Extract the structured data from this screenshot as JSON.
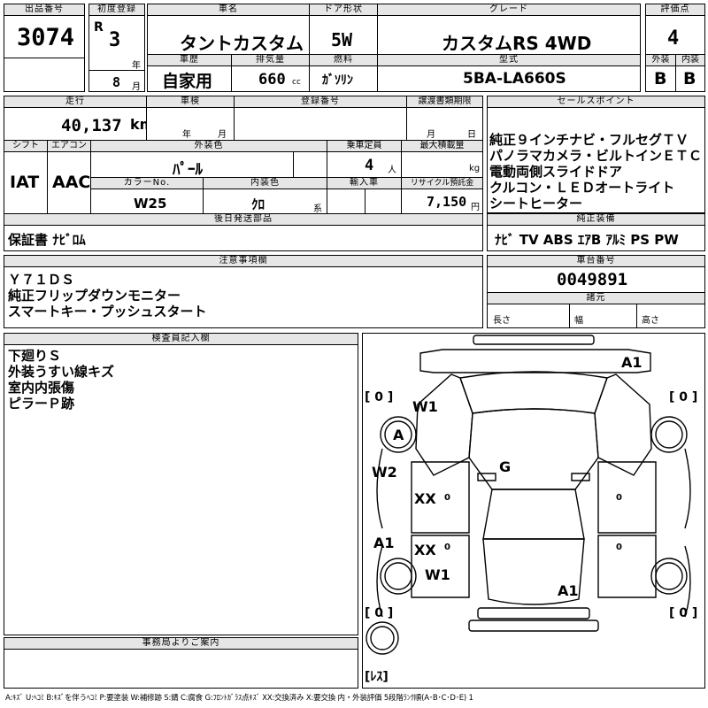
{
  "lot": {
    "label": "出品番号",
    "value": "3074"
  },
  "first_reg": {
    "label": "初度登録",
    "era": "R",
    "year": "3",
    "year_unit": "年",
    "month": "8",
    "month_unit": "月"
  },
  "model_name": {
    "label": "車名",
    "value": "タントカスタム"
  },
  "door": {
    "label": "ドア形状",
    "value": "5W"
  },
  "grade": {
    "label": "グレード",
    "value": "カスタムRS 4WD"
  },
  "score": {
    "label": "評価点",
    "value": "4"
  },
  "history": {
    "label": "車歴",
    "value": "自家用"
  },
  "displacement": {
    "label": "排気量",
    "value": "660",
    "unit": "cc"
  },
  "fuel": {
    "label": "燃料",
    "value": "ｶﾞｿﾘﾝ"
  },
  "model_code": {
    "label": "型式",
    "value": "5BA-LA660S"
  },
  "exterior_grade": {
    "label": "外装",
    "value": "B"
  },
  "interior_grade": {
    "label": "内装",
    "value": "B"
  },
  "mileage": {
    "label": "走行",
    "value": "40,137",
    "unit": "km"
  },
  "inspection": {
    "label": "車検",
    "year_unit": "年",
    "month_unit": "月"
  },
  "reg_number": {
    "label": "登録番号"
  },
  "transfer_doc": {
    "label": "譲渡書類期限",
    "month_unit": "月",
    "day_unit": "日"
  },
  "sales_points": {
    "label": "セールスポイント",
    "lines": [
      "純正９インチナビ・フルセグＴＶ",
      "パノラマカメラ・ビルトインＥＴＣ",
      "電動両側スライドドア",
      "クルコン・ＬＥＤオートライト",
      "シートヒーター"
    ]
  },
  "shift": {
    "label": "シフト",
    "value": "IAT"
  },
  "aircon": {
    "label": "エアコン",
    "value": "AAC"
  },
  "ext_color": {
    "label": "外装色",
    "value": "ﾊﾟｰﾙ"
  },
  "capacity": {
    "label": "乗車定員",
    "value": "4",
    "unit": "人"
  },
  "max_load": {
    "label": "最大積載量",
    "unit": "kg"
  },
  "color_no": {
    "label": "カラーNo.",
    "value": "W25"
  },
  "int_color": {
    "label": "内装色",
    "value": "ｸﾛ",
    "unit": "系"
  },
  "import": {
    "label": "輸入車"
  },
  "recycle": {
    "label": "リサイクル預託金",
    "value": "7,150",
    "unit": "円"
  },
  "later_parts": {
    "label": "後日発送部品",
    "value": "保証書 ﾅﾋﾞﾛﾑ"
  },
  "equipment": {
    "label": "純正装備",
    "value": "ﾅﾋﾞ TV ABS ｴｱB ｱﾙﾐ PS PW"
  },
  "notes": {
    "label": "注意事項欄",
    "lines": [
      "Ｙ７１ＤＳ",
      "純正フリップダウンモニター",
      "スマートキー・プッシュスタート"
    ]
  },
  "chassis": {
    "label": "車台番号",
    "value": "0049891"
  },
  "dims": {
    "label": "諸元",
    "length": "長さ",
    "width": "幅",
    "height": "高さ"
  },
  "inspector": {
    "label": "検査員記入欄",
    "lines": [
      "下廻りＳ",
      "外装うすい線キズ",
      "室内内張傷",
      "ピラーＰ跡"
    ]
  },
  "office": {
    "label": "事務局よりご案内"
  },
  "diagram": {
    "marks": {
      "a1_top": "A1",
      "w1_top": "W1",
      "a_front": "A",
      "w2": "W2",
      "xx1": "XX",
      "xx2": "XX",
      "g": "G",
      "a1_left": "A1",
      "w1_rear": "W1",
      "a1_rear": "A1"
    },
    "tires": {
      "fl": "[ 0 ]",
      "fr": "[ 0 ]",
      "rl": "[ 0 ]",
      "rr": "[ 0 ]",
      "spare": "[ﾚｽ]"
    },
    "pads": [
      "0",
      "0",
      "0",
      "0"
    ]
  },
  "legend": "A:ｷｽﾞ U:ﾍｺﾐ B:ｷｽﾞを伴うﾍｺﾐ P:要塗装 W:補修跡 S:錆 C:腐食 G:ﾌﾛﾝﾄｶﾞﾗｽ点ｷｽﾞ XX:交換済み X:要交換 内・外装評価 5段階ﾗﾝｸ順(A･B･C･D･E) 1"
}
